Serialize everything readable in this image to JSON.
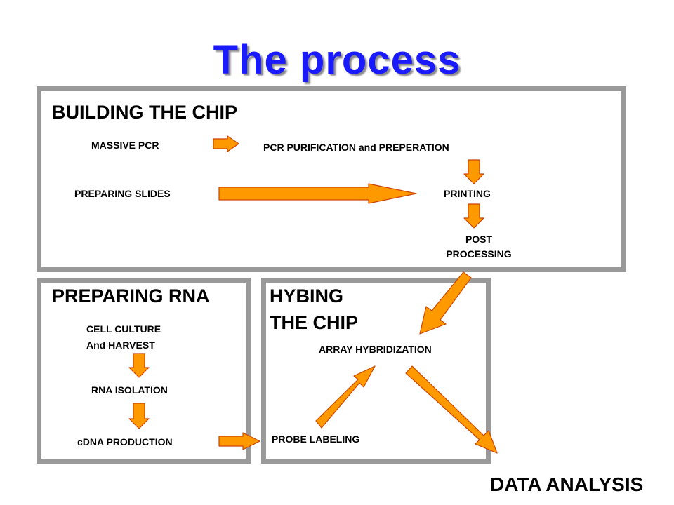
{
  "title": "The process",
  "panels": {
    "building": {
      "heading": "BUILDING THE CHIP",
      "steps": {
        "massive_pcr": "MASSIVE PCR",
        "pcr_purification": "PCR PURIFICATION and PREPERATION",
        "preparing_slides": "PREPARING SLIDES",
        "printing": "PRINTING",
        "post": "POST",
        "processing": "PROCESSING"
      }
    },
    "rna": {
      "heading": "PREPARING RNA",
      "steps": {
        "cell_culture": "CELL CULTURE",
        "and_harvest": "And HARVEST",
        "rna_isolation": "RNA ISOLATION",
        "cdna_production": "cDNA PRODUCTION"
      }
    },
    "hybing": {
      "heading_line1": "HYBING",
      "heading_line2": "THE CHIP",
      "steps": {
        "array_hybridization": "ARRAY HYBRIDIZATION",
        "probe_labeling": "PROBE LABELING"
      }
    }
  },
  "data_analysis": "DATA ANALYSIS",
  "colors": {
    "title": "#1a1aff",
    "panel_border": "#999999",
    "arrow_fill": "#ff9900",
    "arrow_stroke": "#cc4400"
  }
}
